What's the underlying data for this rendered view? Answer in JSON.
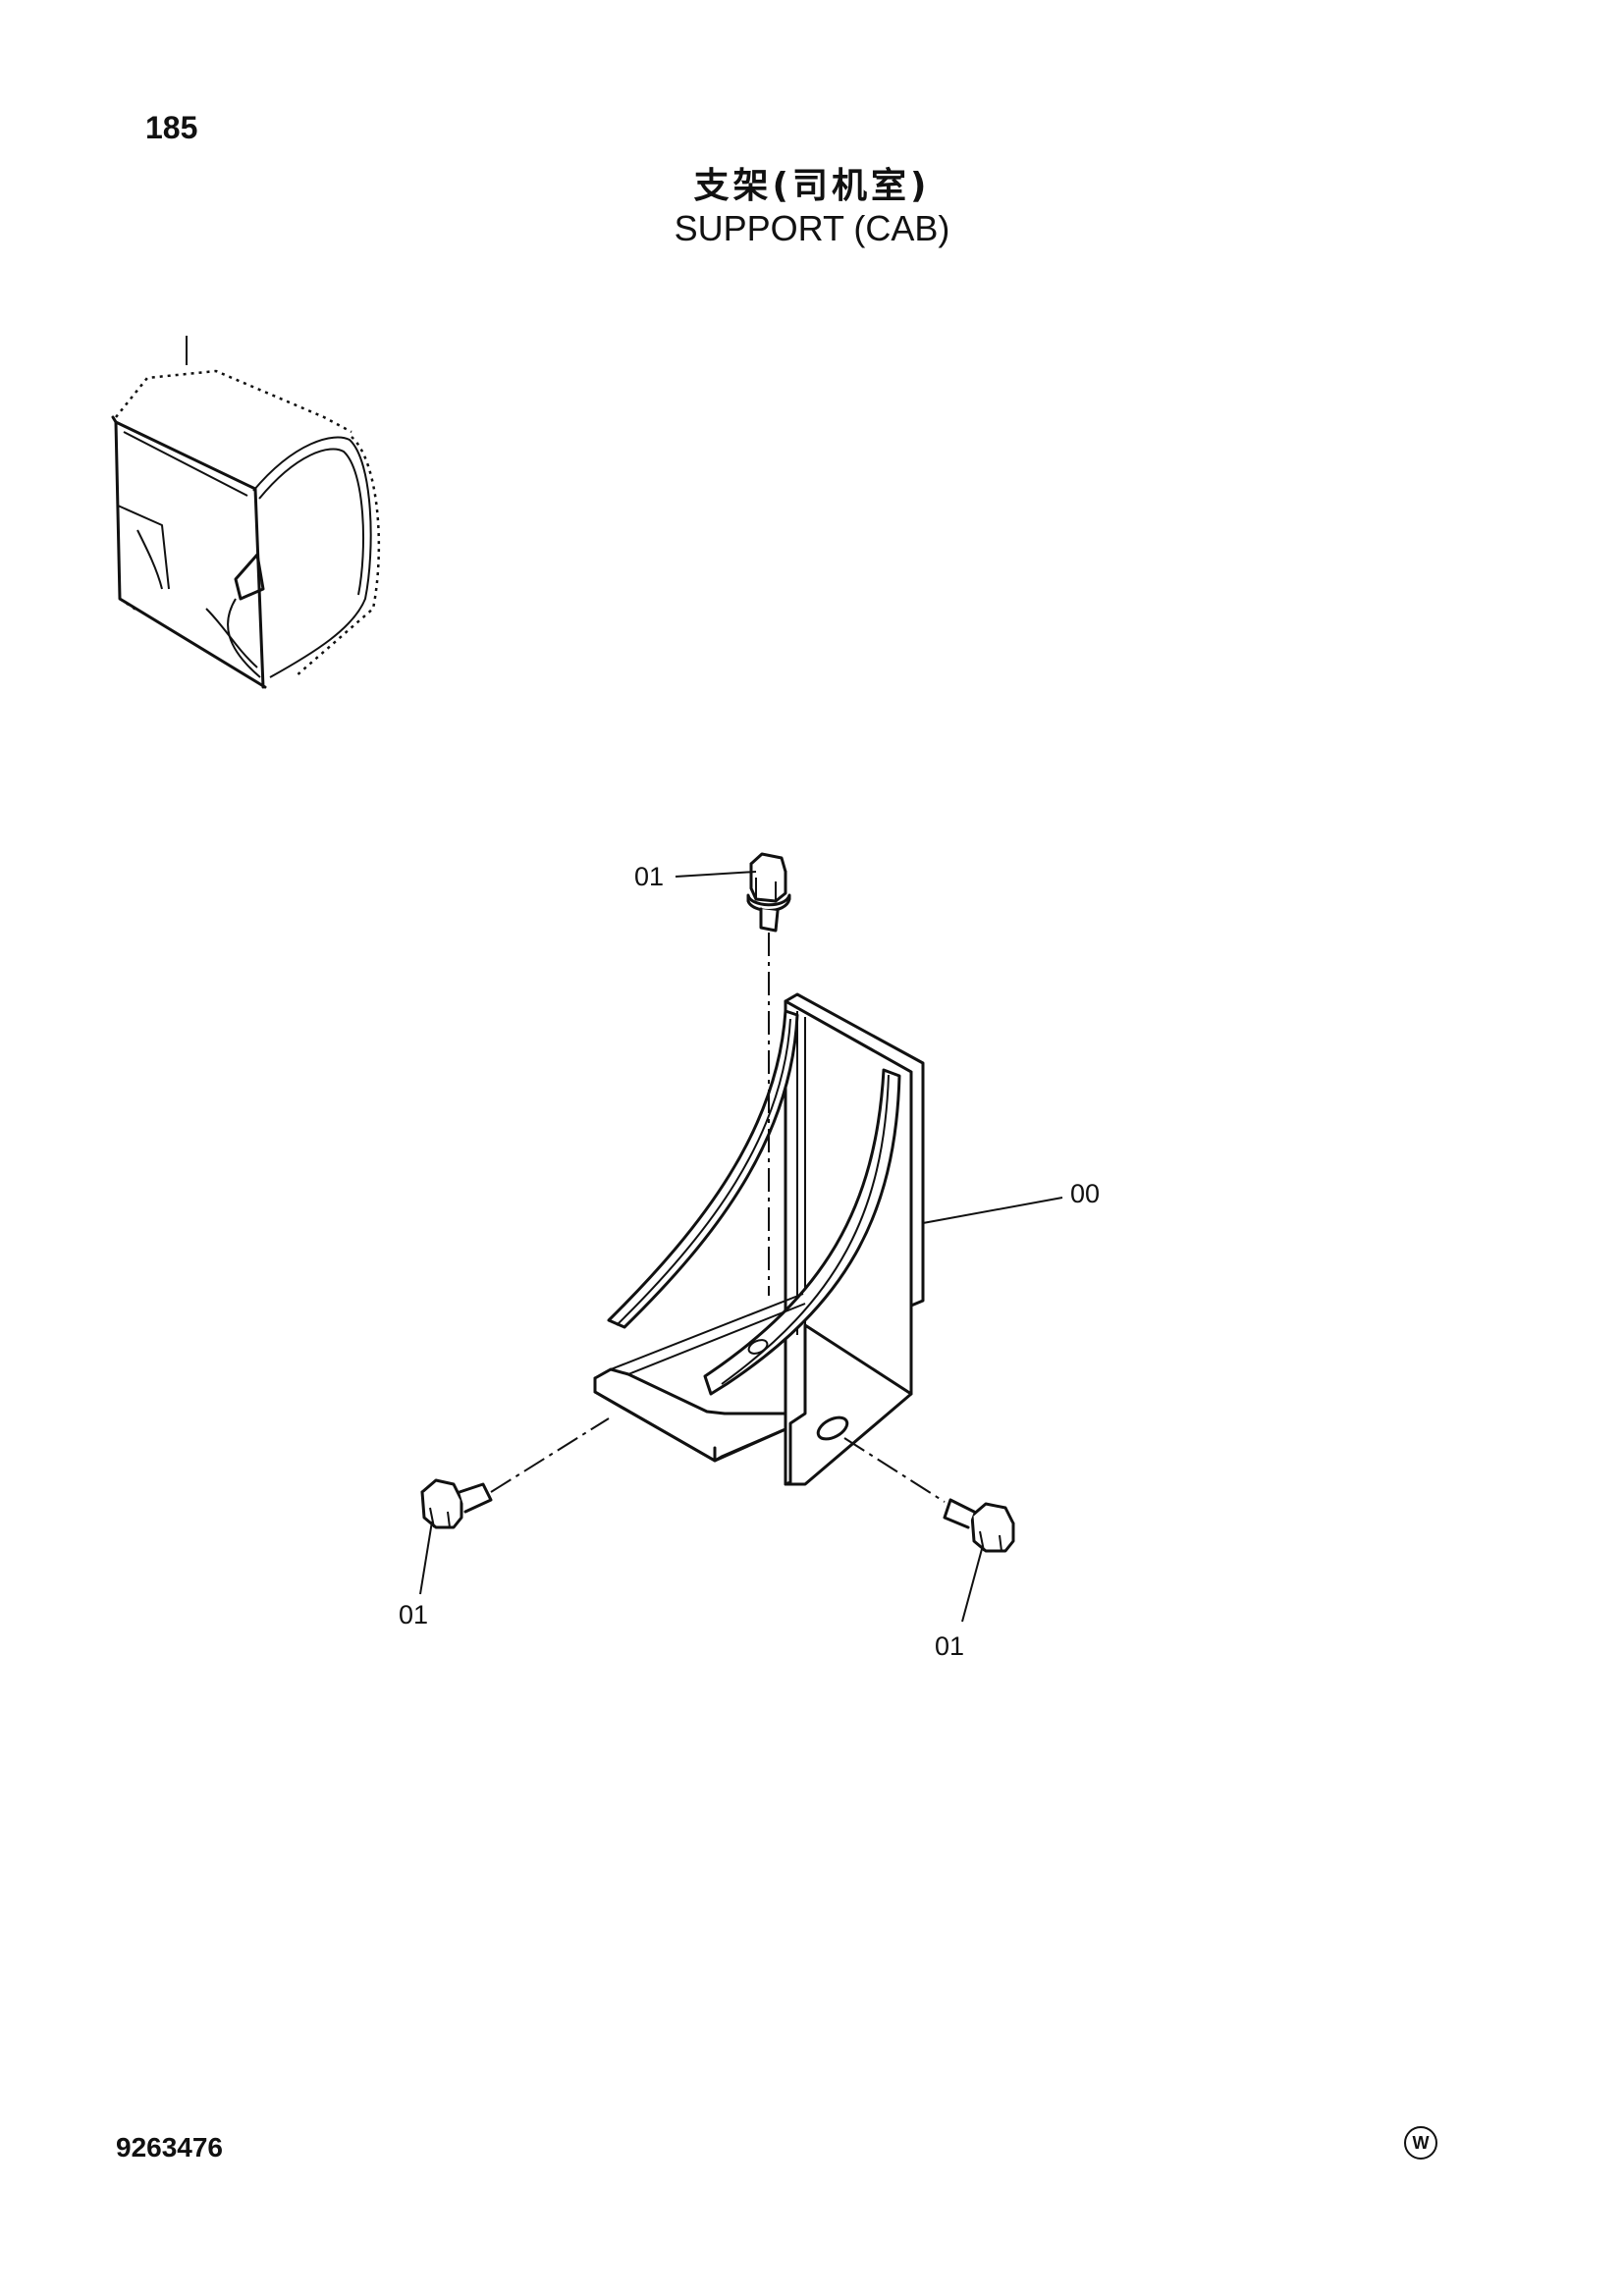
{
  "page_number": "185",
  "title_cn": "支架(司机室)",
  "title_en": "SUPPORT (CAB)",
  "document_number": "9263476",
  "corner_mark": "W",
  "callouts": {
    "top_bolt": "01",
    "support": "00",
    "left_bolt": "01",
    "right_bolt": "01"
  },
  "icons": {
    "cab_overview": "cab-location-icon",
    "bracket": "support-bracket-drawing",
    "bolt": "hex-flange-bolt-drawing"
  }
}
